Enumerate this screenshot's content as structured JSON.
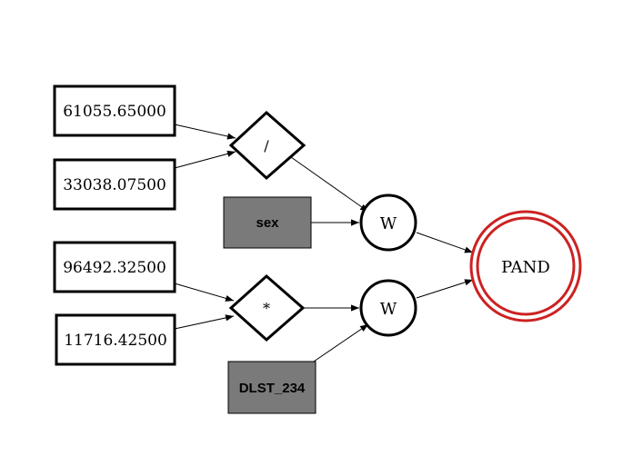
{
  "nodes": {
    "const_1": "61055.65000",
    "const_2": "33038.07500",
    "const_3": "96492.32500",
    "const_4": "11716.42500",
    "op_divide": "/",
    "op_multiply": "*",
    "var_sex": "sex",
    "var_dlst": "DLST_234",
    "w_top": "W",
    "w_bottom": "W",
    "root": "PAND"
  },
  "colors": {
    "variable_fill": "#7a7a7a",
    "root_ring": "#cc2222",
    "stroke": "#000000"
  }
}
